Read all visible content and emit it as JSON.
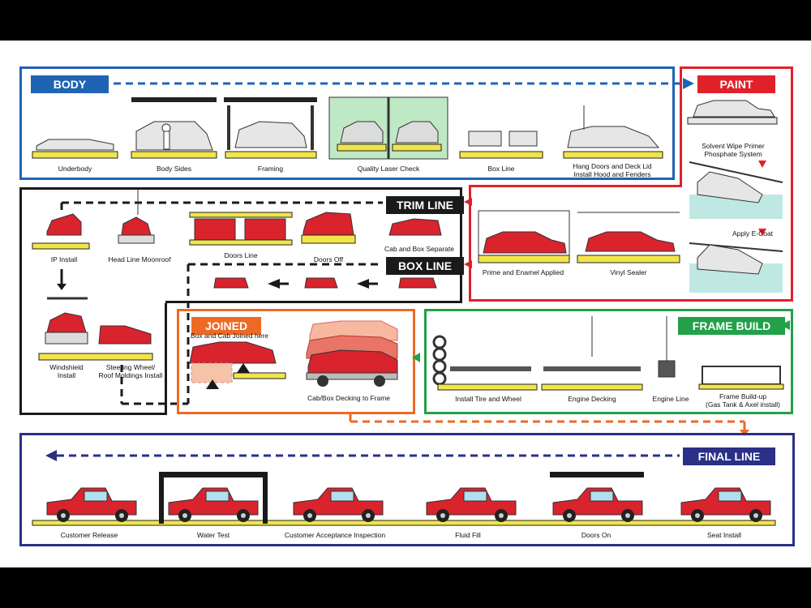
{
  "sections": {
    "body": {
      "title": "BODY",
      "color": "#1f64b4"
    },
    "paint": {
      "title": "PAINT",
      "color": "#e0212a"
    },
    "trim": {
      "title": "TRIM LINE",
      "color": "#1a1a1a"
    },
    "box": {
      "title": "BOX LINE",
      "color": "#1a1a1a"
    },
    "joined": {
      "title": "JOINED",
      "color": "#ee6a24"
    },
    "frame": {
      "title": "FRAME BUILD",
      "color": "#23a04a"
    },
    "final": {
      "title": "FINAL LINE",
      "color": "#2b2f86"
    }
  },
  "body_stations": [
    "Underbody",
    "Body Sides",
    "Framing",
    "Quality Laser Check",
    "Box Line",
    "Hang Doors and Deck Lid\nInstall Hood and  Fenders"
  ],
  "paint_stations": [
    "Solvent  Wipe Primer\nPhosphate System",
    "Apply E-Coat",
    "Prime and Enamel Applied",
    "Vinyl Sealer"
  ],
  "trim_stations": [
    "IP Install",
    "Head Line Moonroof",
    "Doors Line",
    "Doors Off",
    "Cab and Box Separate",
    "Windshield\nInstall",
    "Steering Wheel/\nRoof Moldings Install"
  ],
  "joined_stations": [
    "Box and Cab Joined here",
    "Cab/Box Decking to Frame"
  ],
  "frame_stations": [
    "Install Tire and Wheel",
    "Engine Decking",
    "Engine Line",
    "Frame Build-up\n(Gas Tank & Axel install)"
  ],
  "final_stations": [
    "Customer Release",
    "Water Test",
    "Customer Acceptance Inspection",
    "Fluid Fill",
    "Doors On",
    "Seat Install"
  ]
}
